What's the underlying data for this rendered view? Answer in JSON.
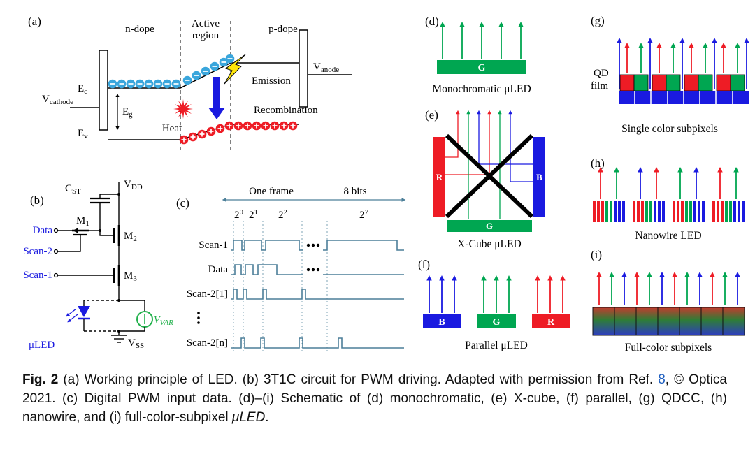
{
  "colors": {
    "red": "#ee1c25",
    "green": "#00a651",
    "blue": "#1a1ae0",
    "electron_blue": "#3aa6dc",
    "yellow": "#ffe60a",
    "waveform_teal": "#4c7f99",
    "link_blue": "#2060c0",
    "vvar_green": "#22b14c"
  },
  "panel_a": {
    "label": "(a)",
    "n_dope": "n-dope",
    "active_line1": "Active",
    "active_line2": "region",
    "p_dope": "p-dope",
    "v_cathode": {
      "base": "V",
      "sub": "cathode"
    },
    "v_anode": {
      "base": "V",
      "sub": "anode"
    },
    "e_c": {
      "base": "E",
      "sub": "c"
    },
    "e_v": {
      "base": "E",
      "sub": "v"
    },
    "e_g": {
      "base": "E",
      "sub": "g"
    },
    "emission": "Emission",
    "recombination": "Recombination",
    "heat": "Heat",
    "electron_symbol": "−",
    "hole_symbol": "+"
  },
  "panel_b": {
    "label": "(b)",
    "vdd": {
      "base": "V",
      "sub": "DD"
    },
    "cst": {
      "base": "C",
      "sub": "ST"
    },
    "m1": {
      "base": "M",
      "sub": "1"
    },
    "m2": {
      "base": "M",
      "sub": "2"
    },
    "m3": {
      "base": "M",
      "sub": "3"
    },
    "data": "Data",
    "scan2": "Scan-2",
    "scan1": "Scan-1",
    "uled": "μLED",
    "vvar": {
      "base": "V",
      "sub": "VAR"
    },
    "vss": {
      "base": "V",
      "sub": "SS"
    }
  },
  "panel_c": {
    "label": "(c)",
    "one_frame": "One frame",
    "eight_bits": "8 bits",
    "bit_weights": [
      {
        "base": "2",
        "sup": "0"
      },
      {
        "base": "2",
        "sup": "1"
      },
      {
        "base": "2",
        "sup": "2"
      },
      {
        "base": "2",
        "sup": "7"
      }
    ],
    "signals": [
      "Scan-1",
      "Data",
      "Scan-2[1]",
      "Scan-2[n]"
    ],
    "continuation_dots": "●●●",
    "vertical_dots": "⋮"
  },
  "panel_d": {
    "label": "(d)",
    "bar": "G",
    "caption": "Monochromatic μLED"
  },
  "panel_e": {
    "label": "(e)",
    "left_bar": "R",
    "right_bar": "B",
    "bottom_bar": "G",
    "caption": "X-Cube μLED"
  },
  "panel_f": {
    "label": "(f)",
    "bars": [
      "B",
      "G",
      "R"
    ],
    "caption": "Parallel μLED"
  },
  "panel_g": {
    "label": "(g)",
    "film_label_line1": "QD",
    "film_label_line2": "film",
    "caption": "Single color subpixels"
  },
  "panel_h": {
    "label": "(h)",
    "caption": "Nanowire LED"
  },
  "panel_i": {
    "label": "(i)",
    "caption": "Full-color subpixels"
  },
  "caption": {
    "fig_label": "Fig. 2",
    "text_before_ref": " (a) Working principle of LED. (b) 3T1C circuit for PWM driving. Adapted with permission from Ref. ",
    "ref_number": "8",
    "text_after_ref": ", © Optica 2021. (c) Digital PWM input data. (d)–(i) Schematic of (d) monochromatic, (e) X-cube, (f) parallel, (g) QDCC, (h) nanowire, and (i) full-color-subpixel ",
    "mu_led": "μLED",
    "period": "."
  }
}
